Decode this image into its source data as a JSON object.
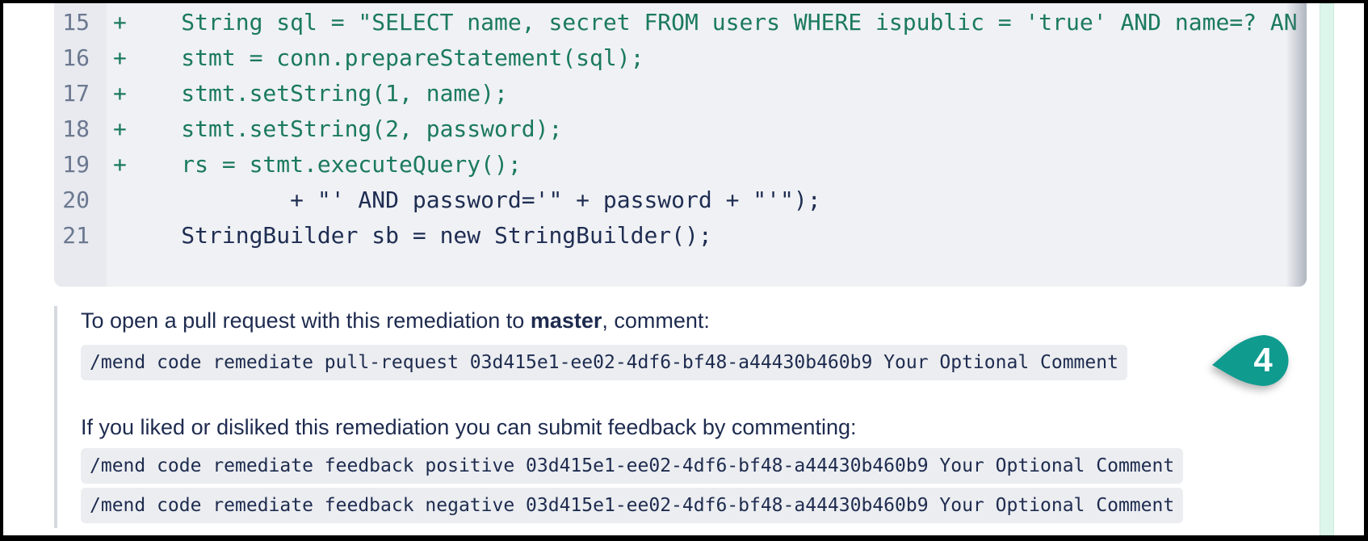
{
  "code_diff": {
    "lines": [
      {
        "num": "15",
        "text": "+    String sql = \"SELECT name, secret FROM users WHERE ispublic = 'true' AND name=? AN",
        "added": true
      },
      {
        "num": "16",
        "text": "+    stmt = conn.prepareStatement(sql);",
        "added": true
      },
      {
        "num": "17",
        "text": "+    stmt.setString(1, name);",
        "added": true
      },
      {
        "num": "18",
        "text": "+    stmt.setString(2, password);",
        "added": true
      },
      {
        "num": "19",
        "text": "+    rs = stmt.executeQuery();",
        "added": true
      },
      {
        "num": "20",
        "text": "             + \"' AND password='\" + password + \"'\");",
        "added": false
      },
      {
        "num": "21",
        "text": "     StringBuilder sb = new StringBuilder();",
        "added": false
      }
    ]
  },
  "instructions": {
    "pr_text_prefix": "To open a pull request with this remediation to ",
    "pr_branch": "master",
    "pr_text_suffix": ", comment:",
    "pr_command": "/mend code remediate pull-request 03d415e1-ee02-4df6-bf48-a44430b460b9 Your Optional Comment",
    "feedback_text": "If you liked or disliked this remediation you can submit feedback by commenting:",
    "feedback_positive_command": "/mend code remediate feedback positive 03d415e1-ee02-4df6-bf48-a44430b460b9 Your Optional Comment",
    "feedback_negative_command": "/mend code remediate feedback negative 03d415e1-ee02-4df6-bf48-a44430b460b9 Your Optional Comment"
  },
  "annotation": {
    "number": "4",
    "color": "#109b8f"
  },
  "colors": {
    "added_text": "#1b7a5c",
    "context_text": "#1f2d52",
    "line_number": "#6b7890",
    "code_bg": "#eff1f4",
    "gutter_bg": "#e8eaef",
    "inline_code_bg": "#ebedf0",
    "quote_border": "#d6d9de",
    "mint_strip": "#dcf6ec",
    "badge_teal": "#109b8f"
  }
}
